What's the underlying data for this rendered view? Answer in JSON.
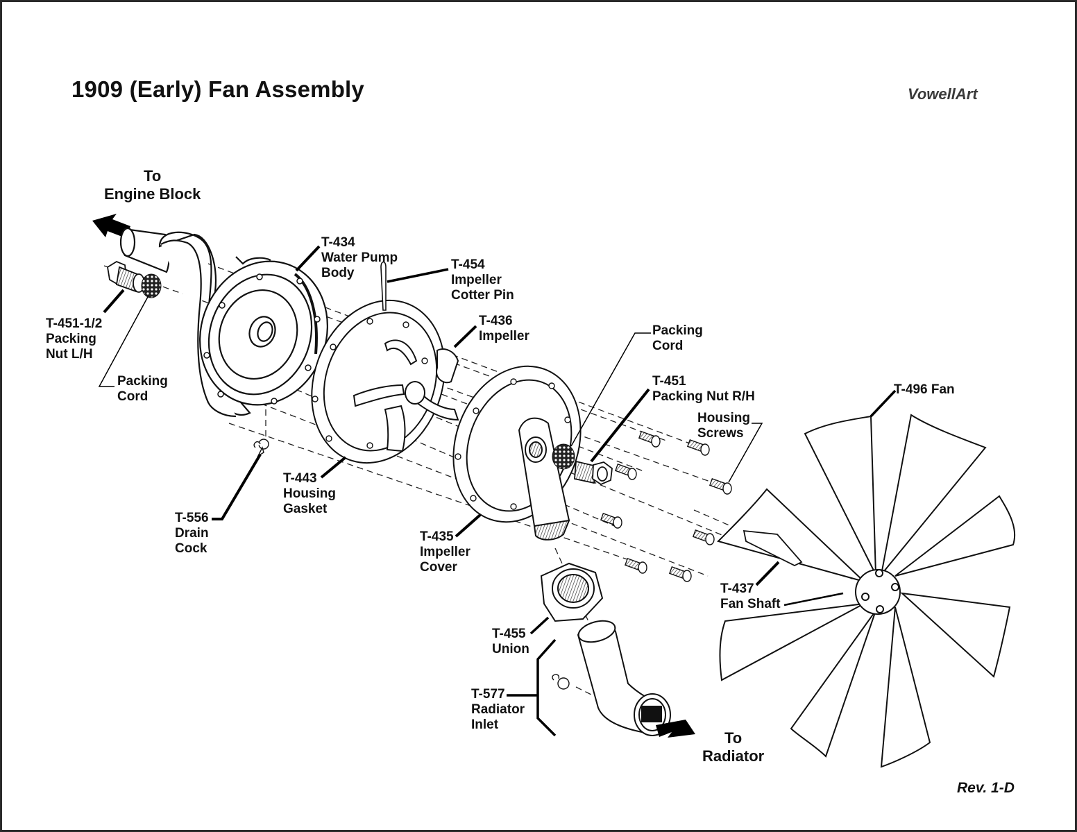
{
  "diagram": {
    "title": "1909 (Early) Fan Assembly",
    "brand": "VowellArt",
    "revision": "Rev. 1-D",
    "flow_labels": {
      "engine": "To\nEngine Block",
      "radiator": "To\nRadiator"
    },
    "parts": [
      {
        "id": "T-434",
        "name": "Water Pump Body",
        "text": "T-434\nWater Pump\nBody"
      },
      {
        "id": "T-454",
        "name": "Impeller Cotter Pin",
        "text": "T-454\nImpeller\nCotter Pin"
      },
      {
        "id": "T-436",
        "name": "Impeller",
        "text": "T-436\nImpeller"
      },
      {
        "id": "packing-cord-rh",
        "name": "Packing Cord",
        "text": "Packing\nCord"
      },
      {
        "id": "T-451",
        "name": "Packing Nut R/H",
        "text": "T-451\nPacking Nut R/H"
      },
      {
        "id": "T-496",
        "name": "Fan",
        "text": "T-496 Fan"
      },
      {
        "id": "housing-screws",
        "name": "Housing Screws",
        "text": "Housing\nScrews"
      },
      {
        "id": "T-451-1/2",
        "name": "Packing Nut L/H",
        "text": "T-451-1/2\nPacking\nNut L/H"
      },
      {
        "id": "packing-cord-lh",
        "name": "Packing Cord",
        "text": "Packing\nCord"
      },
      {
        "id": "T-443",
        "name": "Housing Gasket",
        "text": "T-443\nHousing\nGasket"
      },
      {
        "id": "T-556",
        "name": "Drain Cock",
        "text": "T-556\nDrain\nCock"
      },
      {
        "id": "T-435",
        "name": "Impeller Cover",
        "text": "T-435\nImpeller\nCover"
      },
      {
        "id": "T-437",
        "name": "Fan Shaft",
        "text": "T-437\nFan Shaft"
      },
      {
        "id": "T-455",
        "name": "Union",
        "text": "T-455\nUnion"
      },
      {
        "id": "T-577",
        "name": "Radiator Inlet",
        "text": "T-577\nRadiator\nInlet"
      }
    ]
  }
}
